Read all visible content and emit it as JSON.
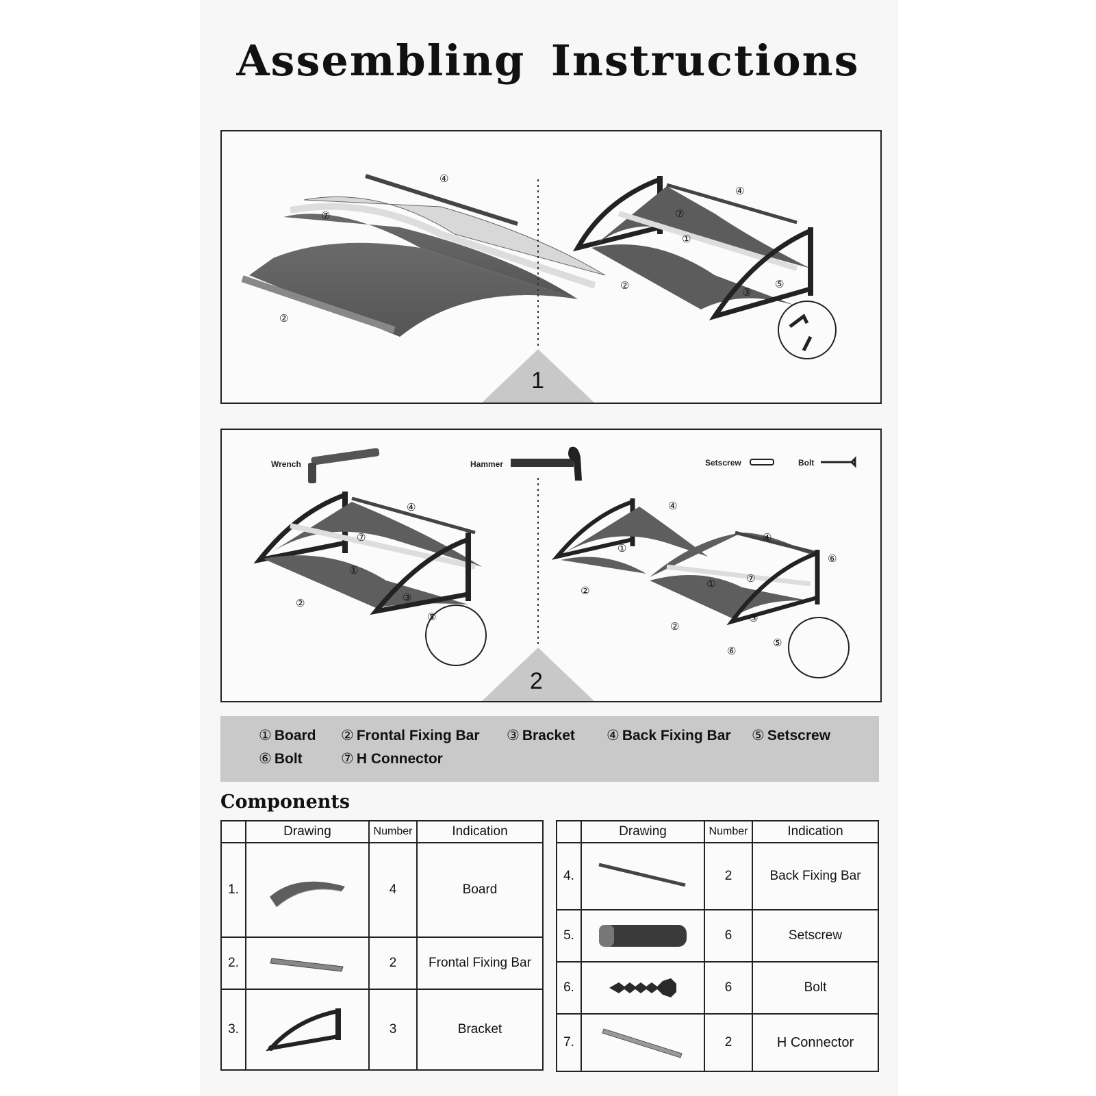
{
  "title": "Assembling Instructions",
  "steps": [
    {
      "number": "1",
      "tools": []
    },
    {
      "number": "2",
      "tools": [
        "Wrench",
        "Hammer",
        "Setscrew",
        "Bolt"
      ]
    }
  ],
  "callouts": {
    "c1": "①",
    "c2": "②",
    "c3": "③",
    "c4": "④",
    "c5": "⑤",
    "c6": "⑥",
    "c7": "⑦"
  },
  "legend": [
    {
      "mark": "①",
      "label": "Board"
    },
    {
      "mark": "②",
      "label": "Frontal Fixing Bar"
    },
    {
      "mark": "③",
      "label": "Bracket"
    },
    {
      "mark": "④",
      "label": "Back Fixing Bar"
    },
    {
      "mark": "⑤",
      "label": "Setscrew"
    },
    {
      "mark": "⑥",
      "label": "Bolt"
    },
    {
      "mark": "⑦",
      "label": "H Connector"
    }
  ],
  "components": {
    "title": "Components",
    "headers": {
      "drawing": "Drawing",
      "number": "Number",
      "indication": "Indication"
    },
    "left": [
      {
        "index": "1.",
        "number": "4",
        "indication": "Board",
        "icon": "board-icon"
      },
      {
        "index": "2.",
        "number": "2",
        "indication": "Frontal Fixing Bar",
        "icon": "frontal-bar-icon"
      },
      {
        "index": "3.",
        "number": "3",
        "indication": "Bracket",
        "icon": "bracket-icon"
      }
    ],
    "right": [
      {
        "index": "4.",
        "number": "2",
        "indication": "Back Fixing Bar",
        "icon": "back-bar-icon"
      },
      {
        "index": "5.",
        "number": "6",
        "indication": "Setscrew",
        "icon": "setscrew-icon"
      },
      {
        "index": "6.",
        "number": "6",
        "indication": "Bolt",
        "icon": "bolt-icon"
      },
      {
        "index": "7.",
        "number": "2",
        "indication": "H Connector",
        "icon": "h-connector-icon"
      }
    ]
  }
}
